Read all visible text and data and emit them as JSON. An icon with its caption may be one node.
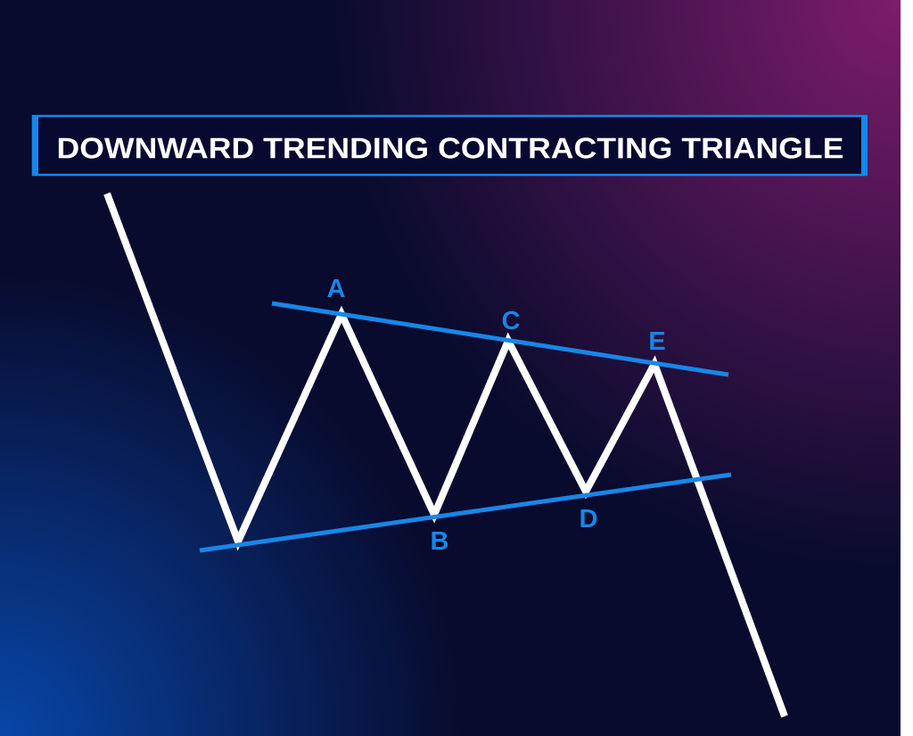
{
  "diagram": {
    "title": "DOWNWARD TRENDING CONTRACTING TRIANGLE",
    "labels": [
      "A",
      "C",
      "E",
      "B",
      "D"
    ]
  }
}
